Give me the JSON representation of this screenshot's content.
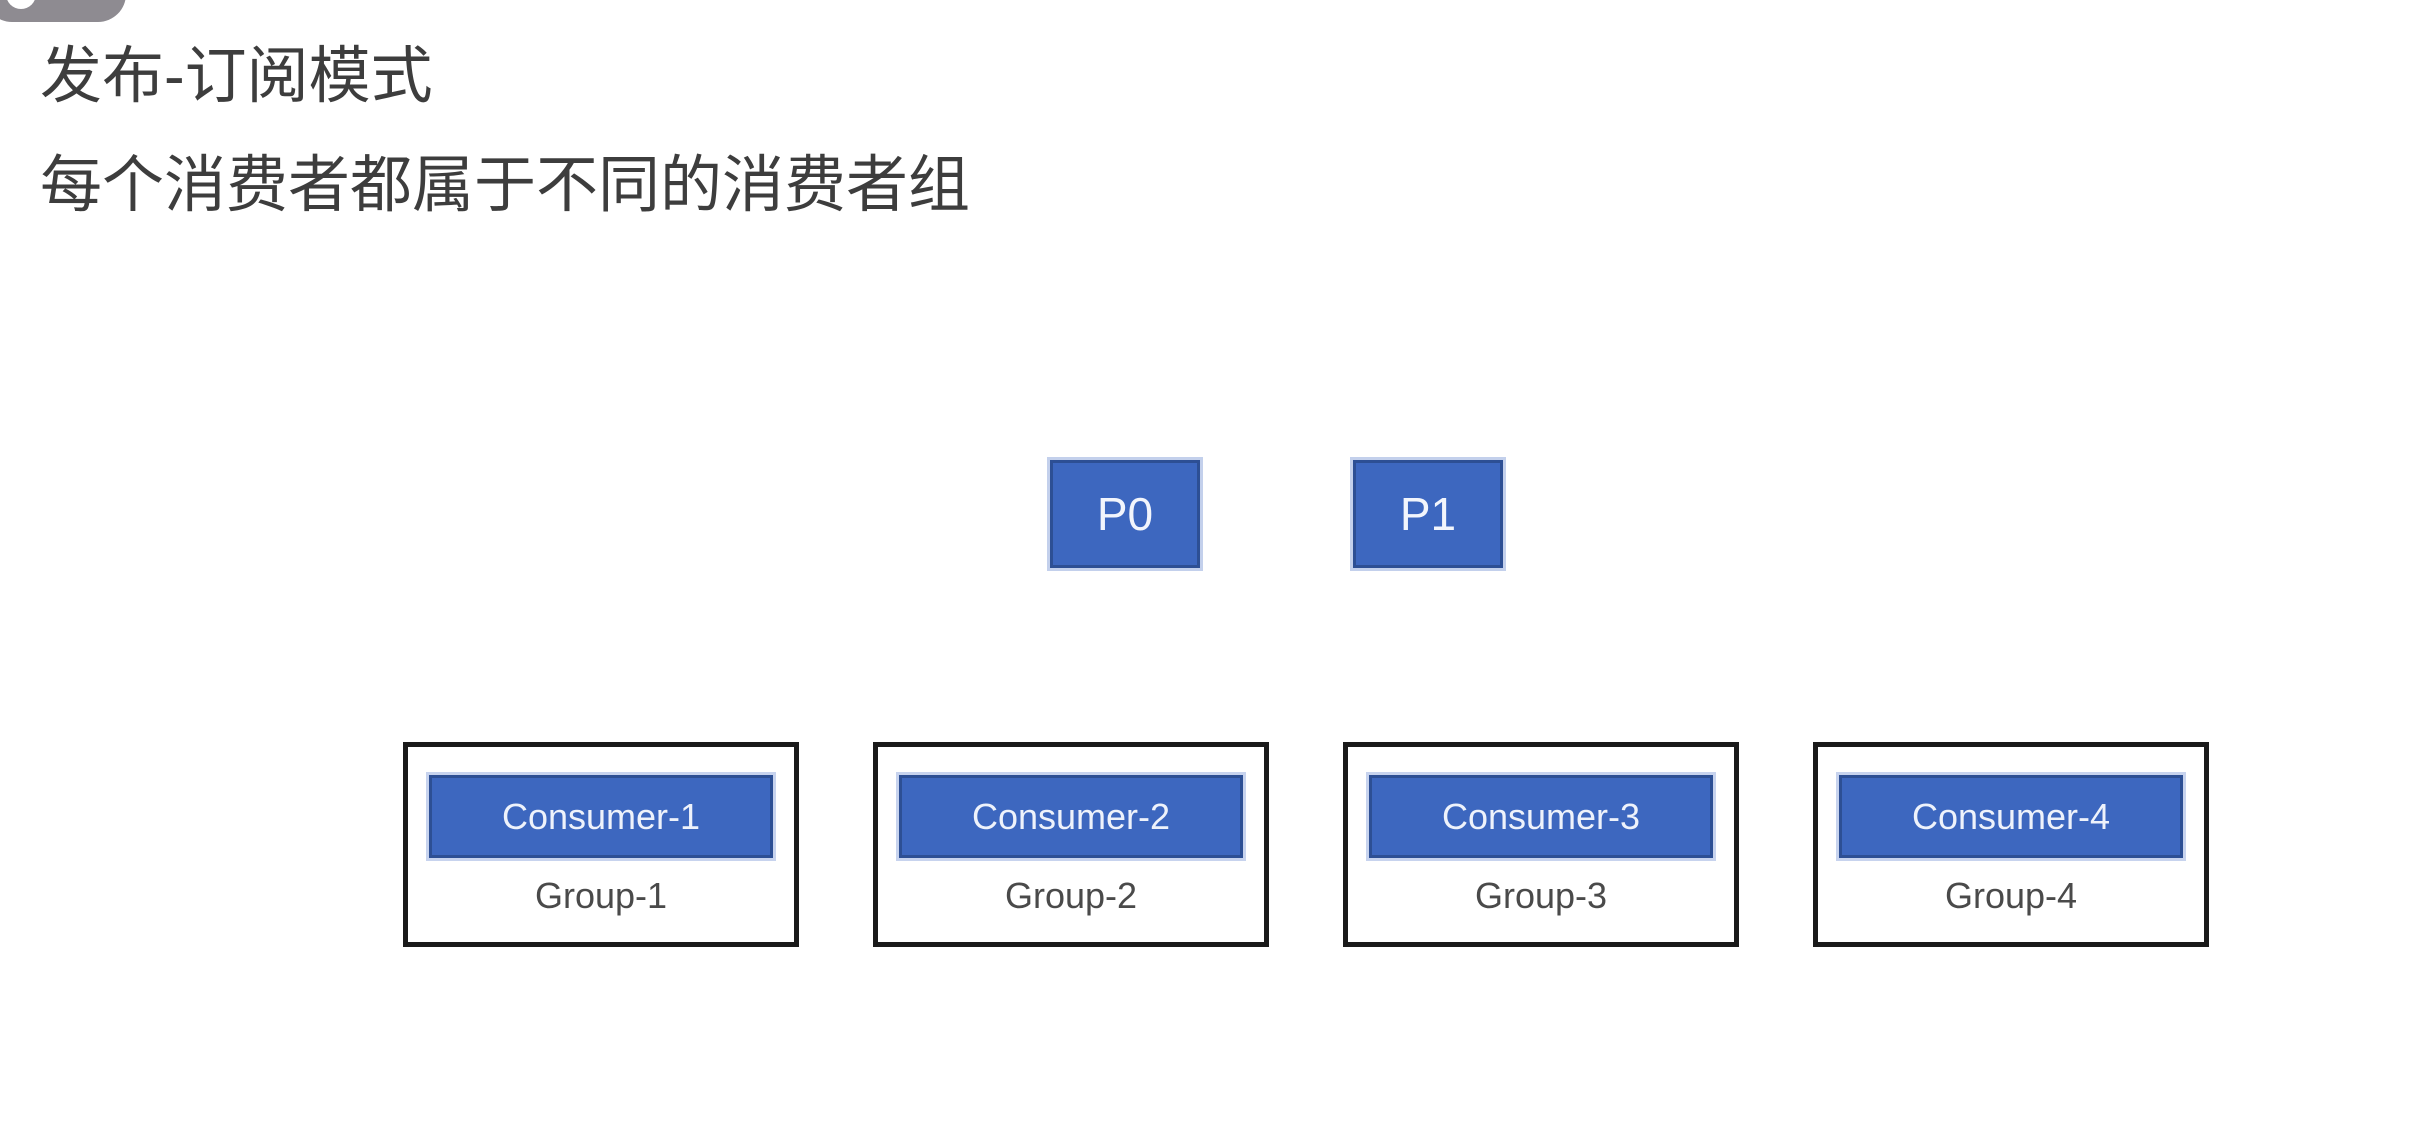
{
  "overlay": {
    "avatar_icon": "user-avatar-icon",
    "label": "· · ·"
  },
  "headings": {
    "title": "发布-订阅模式",
    "subtitle": "每个消费者都属于不同的消费者组"
  },
  "diagram": {
    "partitions": [
      {
        "label": "P0"
      },
      {
        "label": "P1"
      }
    ],
    "groups": [
      {
        "consumer": "Consumer-1",
        "group": "Group-1"
      },
      {
        "consumer": "Consumer-2",
        "group": "Group-2"
      },
      {
        "consumer": "Consumer-3",
        "group": "Group-3"
      },
      {
        "consumer": "Consumer-4",
        "group": "Group-4"
      }
    ]
  },
  "colors": {
    "box_fill": "#3d67bf",
    "box_border": "#2d4f94",
    "box_halo": "#c7d3ee",
    "group_border": "#1a1a1a",
    "text_dark": "#3d3d3d",
    "text_on_blue": "#eef2fb",
    "background": "#ffffff",
    "overlay_pill": "#8e8b91"
  }
}
